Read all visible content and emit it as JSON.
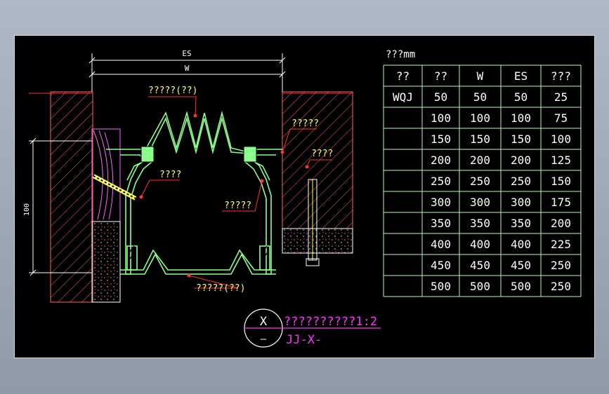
{
  "drawing": {
    "dimensions": {
      "es": "ES",
      "w": "W",
      "side": "100"
    },
    "labels": {
      "top_cover": "?????(??)",
      "right_callout_1": "?????",
      "right_callout_2": "????",
      "left_callout": "????",
      "right_callout_3": "?????",
      "bottom_cover": "?????(??)"
    },
    "title": {
      "circle_top": "X",
      "circle_bottom": "—",
      "main": "??????????1:2",
      "sub": "JJ-X-"
    }
  },
  "table": {
    "title": "???mm",
    "headers": [
      "??",
      "??",
      "W",
      "ES",
      "???"
    ],
    "rows": [
      [
        "WQJ",
        "50",
        "50",
        "50",
        "25"
      ],
      [
        "",
        "100",
        "100",
        "100",
        "75"
      ],
      [
        "",
        "150",
        "150",
        "150",
        "100"
      ],
      [
        "",
        "200",
        "200",
        "200",
        "125"
      ],
      [
        "",
        "250",
        "250",
        "250",
        "150"
      ],
      [
        "",
        "300",
        "300",
        "300",
        "175"
      ],
      [
        "",
        "350",
        "350",
        "350",
        "200"
      ],
      [
        "",
        "400",
        "400",
        "400",
        "225"
      ],
      [
        "",
        "450",
        "450",
        "450",
        "250"
      ],
      [
        "",
        "500",
        "500",
        "500",
        "250"
      ]
    ]
  },
  "colors": {
    "canvas": "#000000",
    "profile": "#8cff8c",
    "table_lines": "#b8f5b8",
    "text": "#ffffff",
    "dim_lines": "#ffffff",
    "leaders": "#ff3333",
    "hatch": "#ff6666",
    "title_magenta": "#ff33ff",
    "callout_yellow": "#ffff66",
    "insulation": "#ff66aa"
  }
}
